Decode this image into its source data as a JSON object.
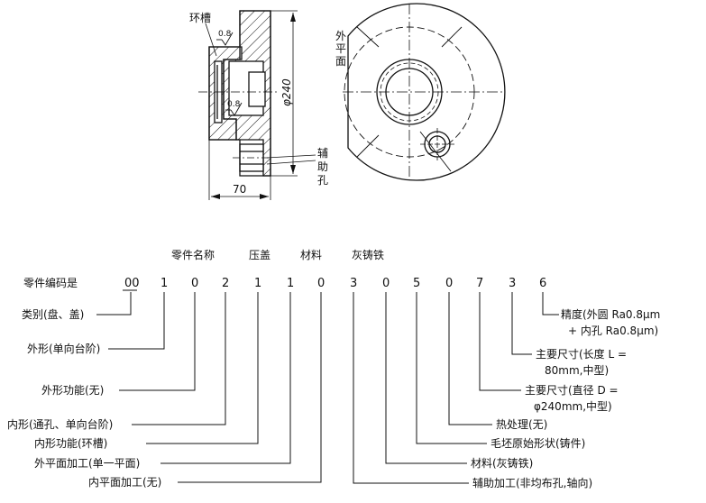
{
  "drawing": {
    "section_view": {
      "groove_label": "环槽",
      "roughness_top": "0.8",
      "roughness_bottom": "0.8",
      "diameter_label": "φ240",
      "length_label": "70",
      "aux_hole_label": [
        "辅",
        "助",
        "孔"
      ]
    },
    "end_view": {
      "outer_face_label": [
        "外",
        "平",
        "面"
      ]
    }
  },
  "code_header": {
    "part_name_label": "零件名称",
    "part_name_value": "压盖",
    "material_label": "材料",
    "material_value": "灰铸铁"
  },
  "code_row": {
    "label": "零件编码是",
    "digits": [
      "00",
      "1",
      "0",
      "2",
      "1",
      "1",
      "0",
      "3",
      "0",
      "5",
      "0",
      "7",
      "3",
      "6"
    ]
  },
  "left_annotations": [
    "类别(盘、盖)",
    "外形(单向台阶)",
    "外形功能(无)",
    "内形(通孔、单向台阶)",
    "内形功能(环槽)",
    "外平面加工(单一平面)",
    "内平面加工(无)"
  ],
  "right_annotations": {
    "precision": [
      "精度(外圆 Ra0.8μm",
      "+ 内孔 Ra0.8μm)"
    ],
    "main_dim_length": [
      "主要尺寸(长度 L =",
      "80mm,中型)"
    ],
    "main_dim_diameter": [
      "主要尺寸(直径 D =",
      "φ240mm,中型)"
    ],
    "heat_treatment": "热处理(无)",
    "blank_shape": "毛坯原始形状(铸件)",
    "material": "材料(灰铸铁)",
    "aux_machining": "辅助加工(非均布孔,轴向)"
  }
}
